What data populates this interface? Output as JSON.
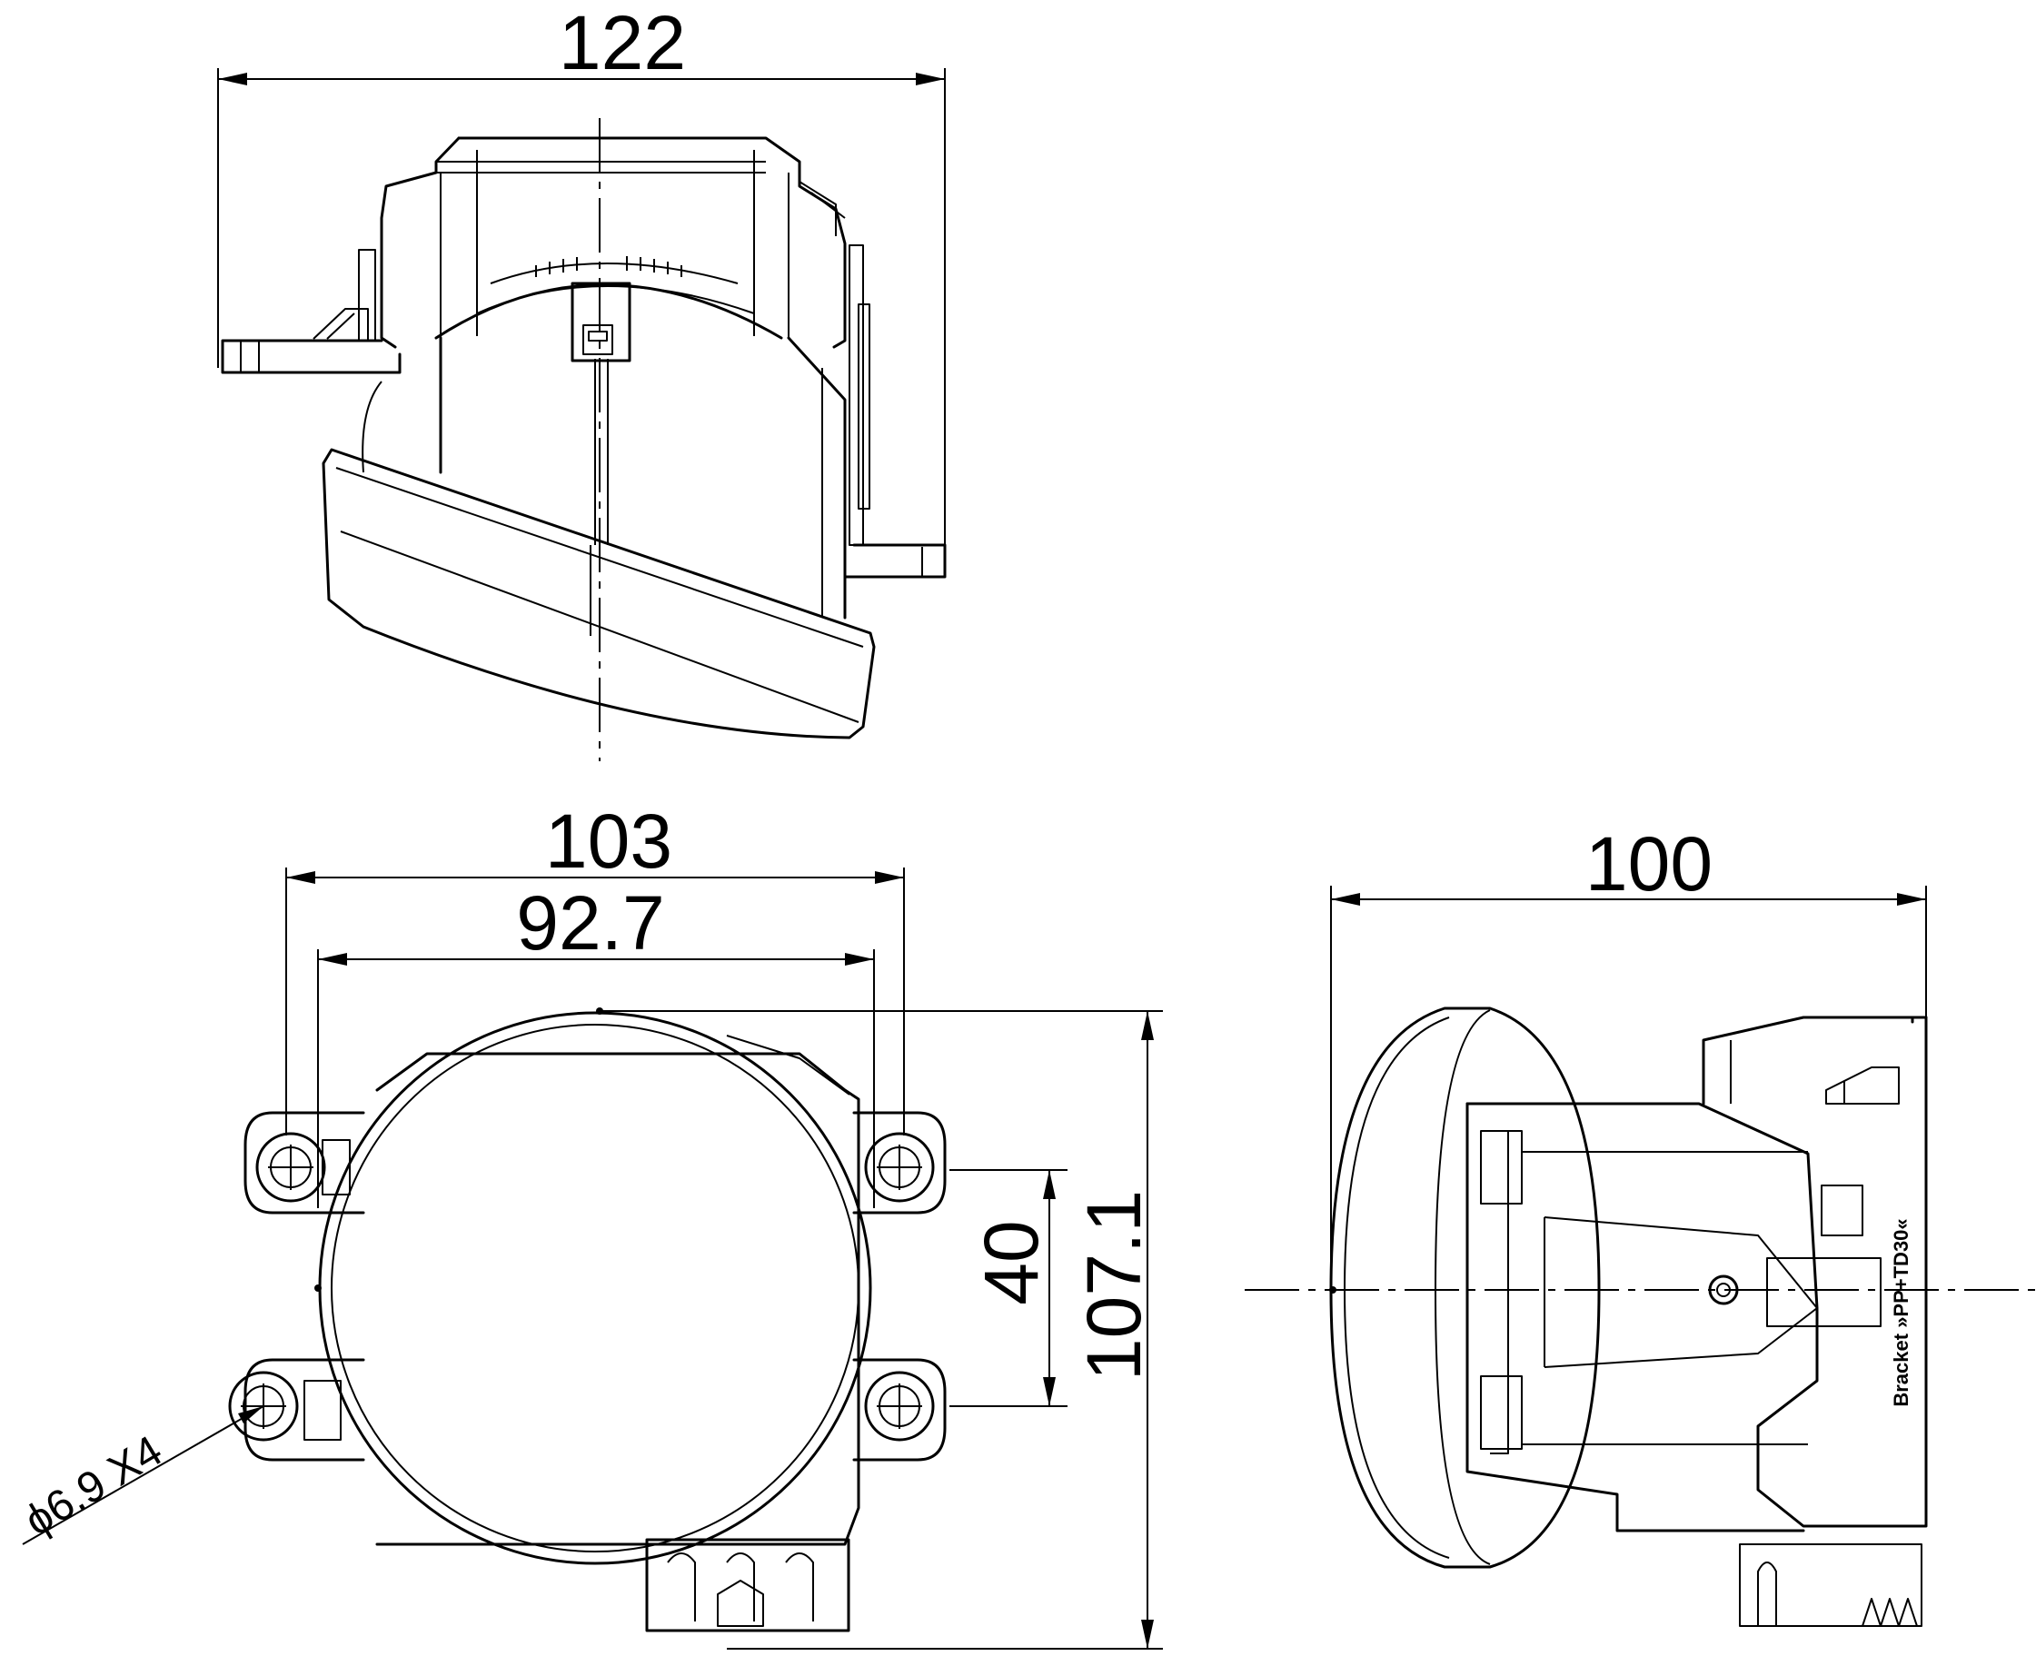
{
  "dimensions": {
    "top_width": "122",
    "front_outer_width": "103",
    "front_inner_width": "92.7",
    "front_hole_spacing": "40",
    "front_height": "107.1",
    "hole_spec": "ϕ6.9 X4",
    "side_depth": "100"
  },
  "side_label": "Bracket »PP+TD30«"
}
